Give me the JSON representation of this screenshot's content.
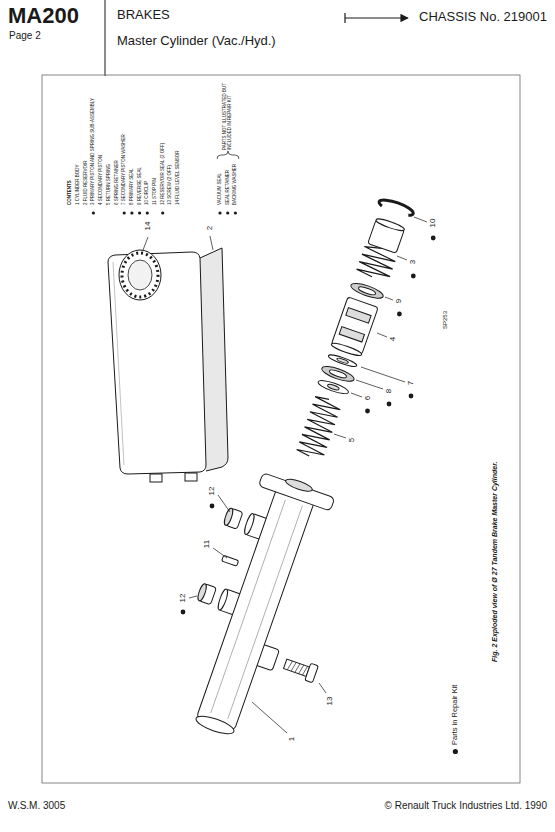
{
  "diagram": {
    "title": "Master Cylinder (Vac./Hyd.)",
    "caption": "Fig. 2 Exploded view of Ø 27 Tandem Brake Master Cylinder.",
    "labels": [
      "MA200",
      "Page 2",
      "BRAKES",
      "CHASSIS No. 219001",
      "CONTENTS",
      "1 CYLINDER BODY",
      "2 FLUID RESERVOIR",
      "3 PRIMARY PISTON AND SPRING SUB-ASSEMBLY",
      "4 SECONDARY PISTON",
      "5 RETURN SPRING",
      "6 SPRING RETAINER",
      "7 SECONDARY PISTON WASHER",
      "8 PRIMARY SEAL",
      "9 REVERSE SEAL",
      "10 CIRCLIP",
      "11 STOP PIN",
      "12 RESERVOIR SEAL (2 OFF)",
      "13 SCREW (2 OFF)",
      "14 FLUID LEVEL SENSOR",
      "VACUUM SEAL",
      "SEAL RETAINER",
      "BACKING WASHER",
      "PARTS NOT ILLUSTRATED BUT INCLUDED IN REPAIR KIT",
      "SP253",
      "14",
      "2",
      "12",
      "11",
      "12",
      "1",
      "13",
      "5",
      "6",
      "8",
      "7",
      "4",
      "9",
      "3",
      "10",
      "W.S.M. 3005",
      "© Renault Truck Industries Ltd. 1990"
    ],
    "legend": [
      {
        "text": "Parts in Repair Kit"
      }
    ]
  }
}
